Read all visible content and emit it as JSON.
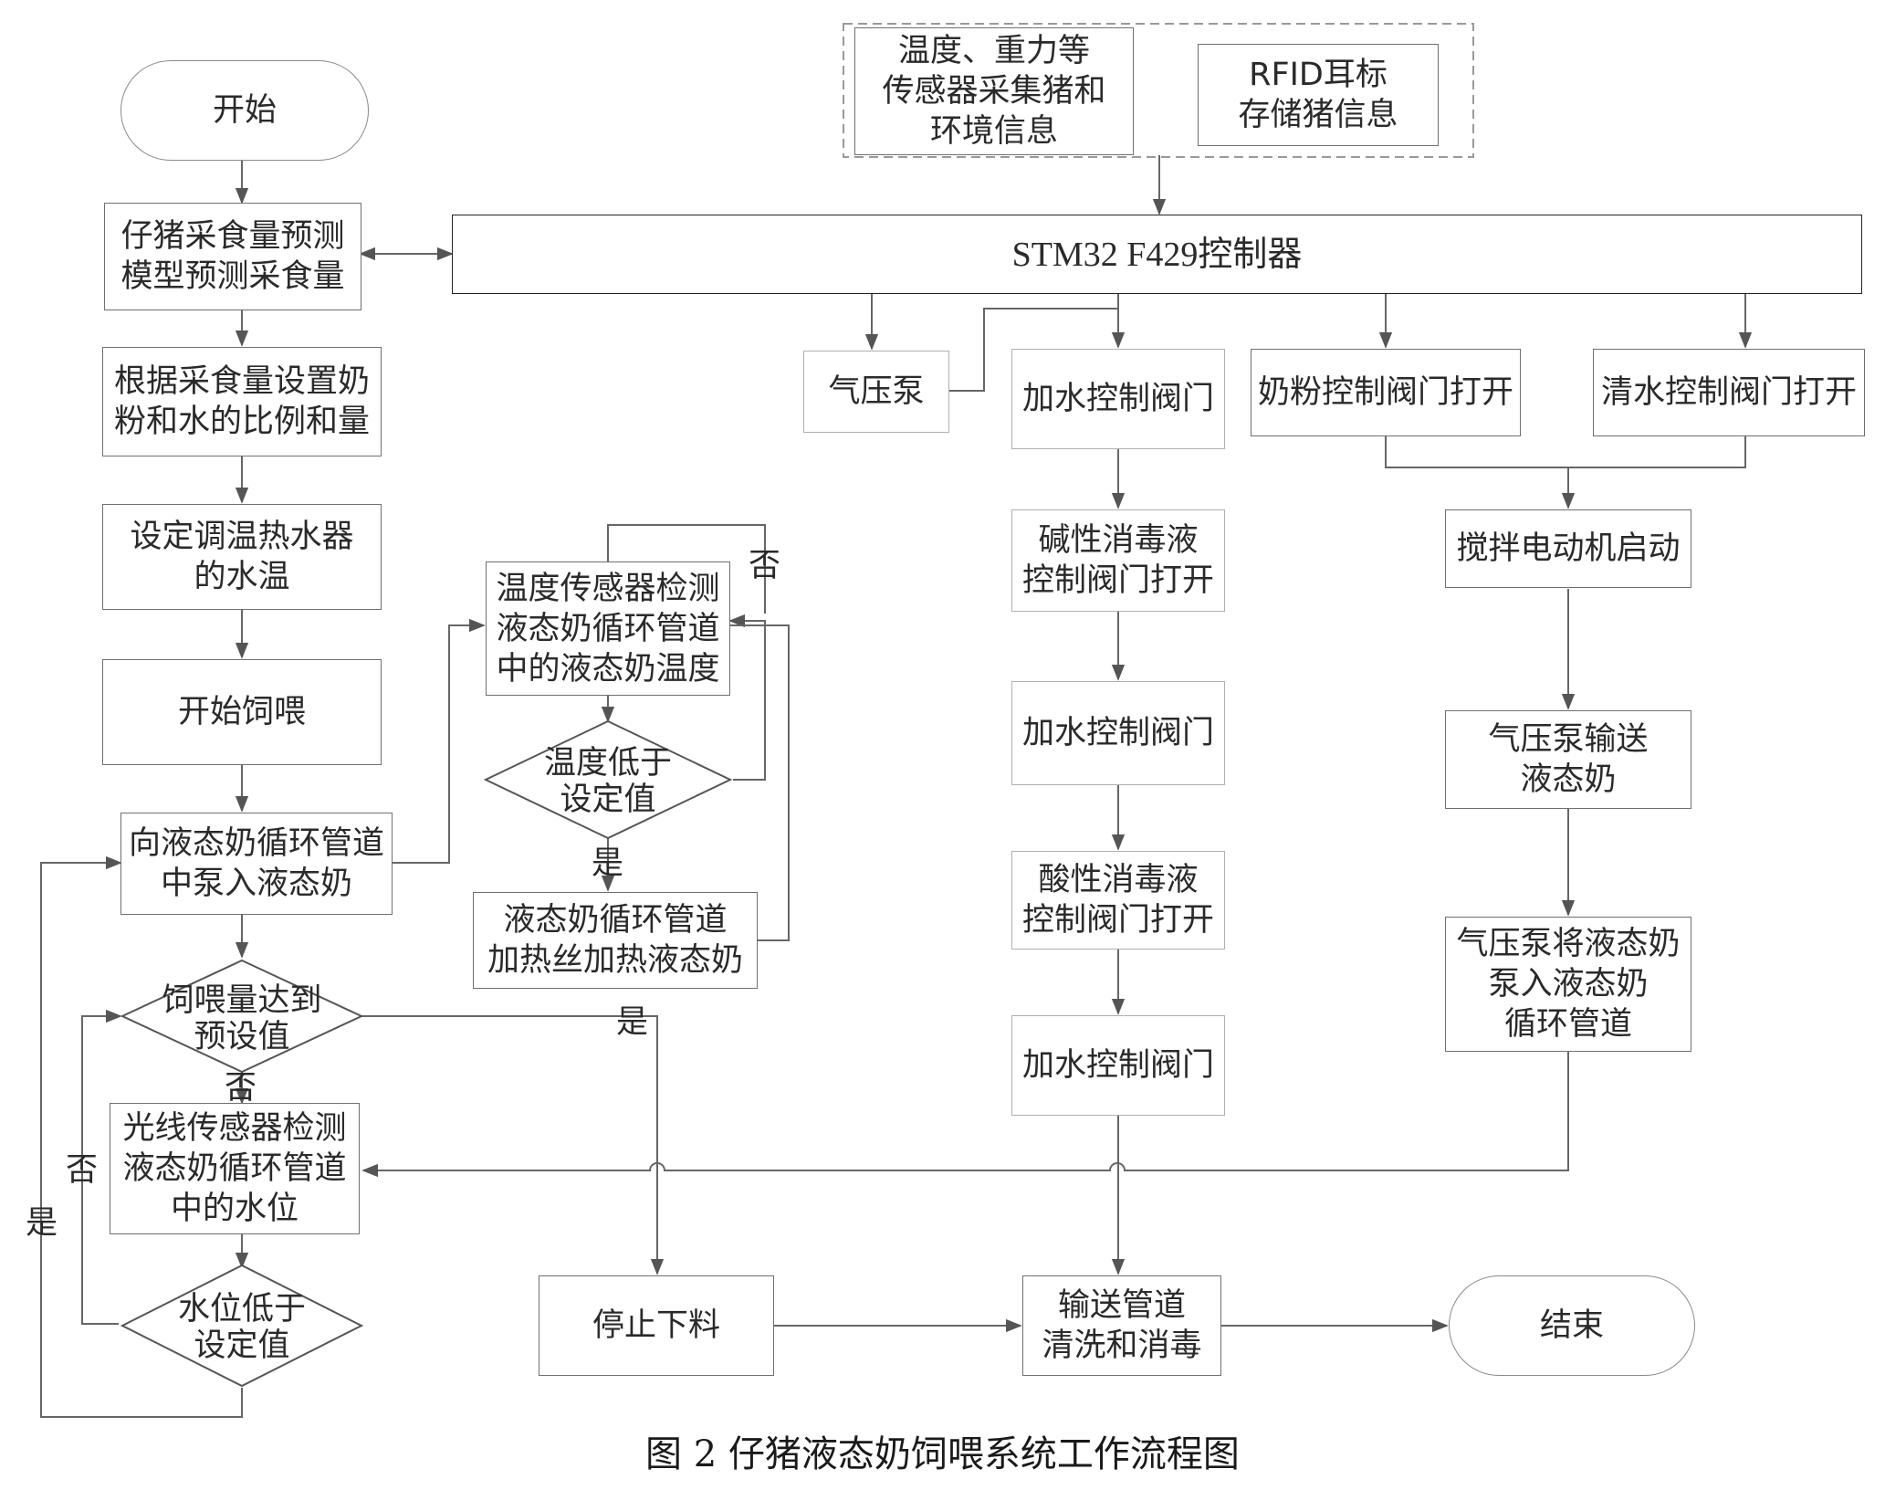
{
  "nodes": {
    "start": "开始",
    "predict": "仔猪采食量预测\n模型预测采食量",
    "set_ratio": "根据采食量设置奶\n粉和水的比例和量",
    "set_temp": "设定调温热水器\n的水温",
    "begin_feed": "开始饲喂",
    "pump_in": "向液态奶循环管道\n中泵入液态奶",
    "feed_reached": "饲喂量达到\n预设值",
    "light_sensor": "光线传感器检测\n液态奶循环管道\n中的水位",
    "water_low": "水位低于\n设定值",
    "temp_sensor": "温度传感器检测\n液态奶循环管道\n中的液态奶温度",
    "temp_low": "温度低于\n设定值",
    "heater": "液态奶循环管道\n加热丝加热液态奶",
    "sensors": "温度、重力等\n传感器采集猪和\n环境信息",
    "rfid": "RFID耳标\n存储猪信息",
    "controller": "STM32 F429控制器",
    "air_pump": "气压泵",
    "water_valve_1": "加水控制阀门",
    "milk_valve": "奶粉控制阀门打开",
    "clean_valve": "清水控制阀门打开",
    "alkaline_valve": "碱性消毒液\n控制阀门打开",
    "water_valve_2": "加水控制阀门",
    "acid_valve": "酸性消毒液\n控制阀门打开",
    "water_valve_3": "加水控制阀门",
    "mixer": "搅拌电动机启动",
    "air_pump_deliver": "气压泵输送\n液态奶",
    "air_pump_inject": "气压泵将液态奶\n泵入液态奶\n循环管道",
    "stop": "停止下料",
    "pipe_clean": "输送管道\n清洗和消毒",
    "end": "结束"
  },
  "labels": {
    "yes": "是",
    "no": "否"
  },
  "caption": "图 2  仔猪液态奶饲喂系统工作流程图"
}
